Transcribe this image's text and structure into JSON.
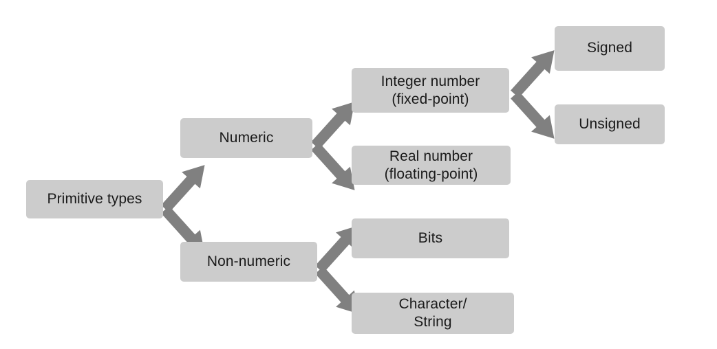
{
  "diagram": {
    "title": "Primitive types",
    "type": "tree-hierarchy",
    "colors": {
      "node_fill": "#cccccc",
      "node_text": "#1a1a1a",
      "arrow_fill": "#808080",
      "background": "#ffffff"
    },
    "nodes": [
      {
        "id": "primitive-types",
        "label": "Primitive types",
        "level": 0
      },
      {
        "id": "numeric",
        "label": "Numeric",
        "level": 1
      },
      {
        "id": "non-numeric",
        "label": "Non-numeric",
        "level": 1
      },
      {
        "id": "integer",
        "label": "Integer  number\n(fixed-point)",
        "level": 2
      },
      {
        "id": "real",
        "label": "Real number\n(floating-point)",
        "level": 2
      },
      {
        "id": "bits",
        "label": "Bits",
        "level": 2
      },
      {
        "id": "character",
        "label": "Character/\nString",
        "level": 2
      },
      {
        "id": "signed",
        "label": "Signed",
        "level": 3
      },
      {
        "id": "unsigned",
        "label": "Unsigned",
        "level": 3
      }
    ],
    "edges": [
      {
        "id": "primitive-to-numeric",
        "from": "primitive-types",
        "to": "numeric",
        "direction": "up-right",
        "arrow": "block-arrow"
      },
      {
        "id": "primitive-to-nonnumeric",
        "from": "primitive-types",
        "to": "non-numeric",
        "direction": "down-right",
        "arrow": "block-arrow"
      },
      {
        "id": "numeric-to-integer",
        "from": "numeric",
        "to": "integer",
        "direction": "up-right",
        "arrow": "block-arrow"
      },
      {
        "id": "numeric-to-real",
        "from": "numeric",
        "to": "real",
        "direction": "down-right",
        "arrow": "block-arrow"
      },
      {
        "id": "integer-to-signed",
        "from": "integer",
        "to": "signed",
        "direction": "up-right",
        "arrow": "block-arrow"
      },
      {
        "id": "integer-to-unsigned",
        "from": "integer",
        "to": "unsigned",
        "direction": "down-right",
        "arrow": "block-arrow"
      },
      {
        "id": "nonnumeric-to-bits",
        "from": "non-numeric",
        "to": "bits",
        "direction": "up-right",
        "arrow": "block-arrow"
      },
      {
        "id": "nonnumeric-to-character",
        "from": "non-numeric",
        "to": "character",
        "direction": "down-right",
        "arrow": "block-arrow"
      }
    ]
  }
}
